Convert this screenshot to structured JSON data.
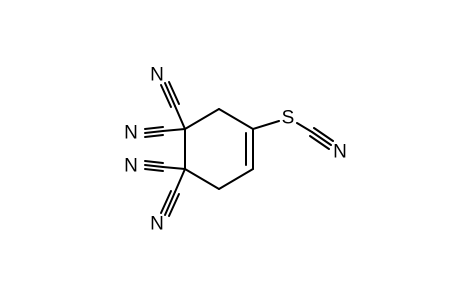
{
  "molecule": {
    "atoms": {
      "n1": "N",
      "n2": "N",
      "n3": "N",
      "n4": "N",
      "s": "S",
      "n5": "N"
    },
    "colors": {
      "bond": "#000000",
      "label": "#000000",
      "background": "#ffffff"
    }
  }
}
